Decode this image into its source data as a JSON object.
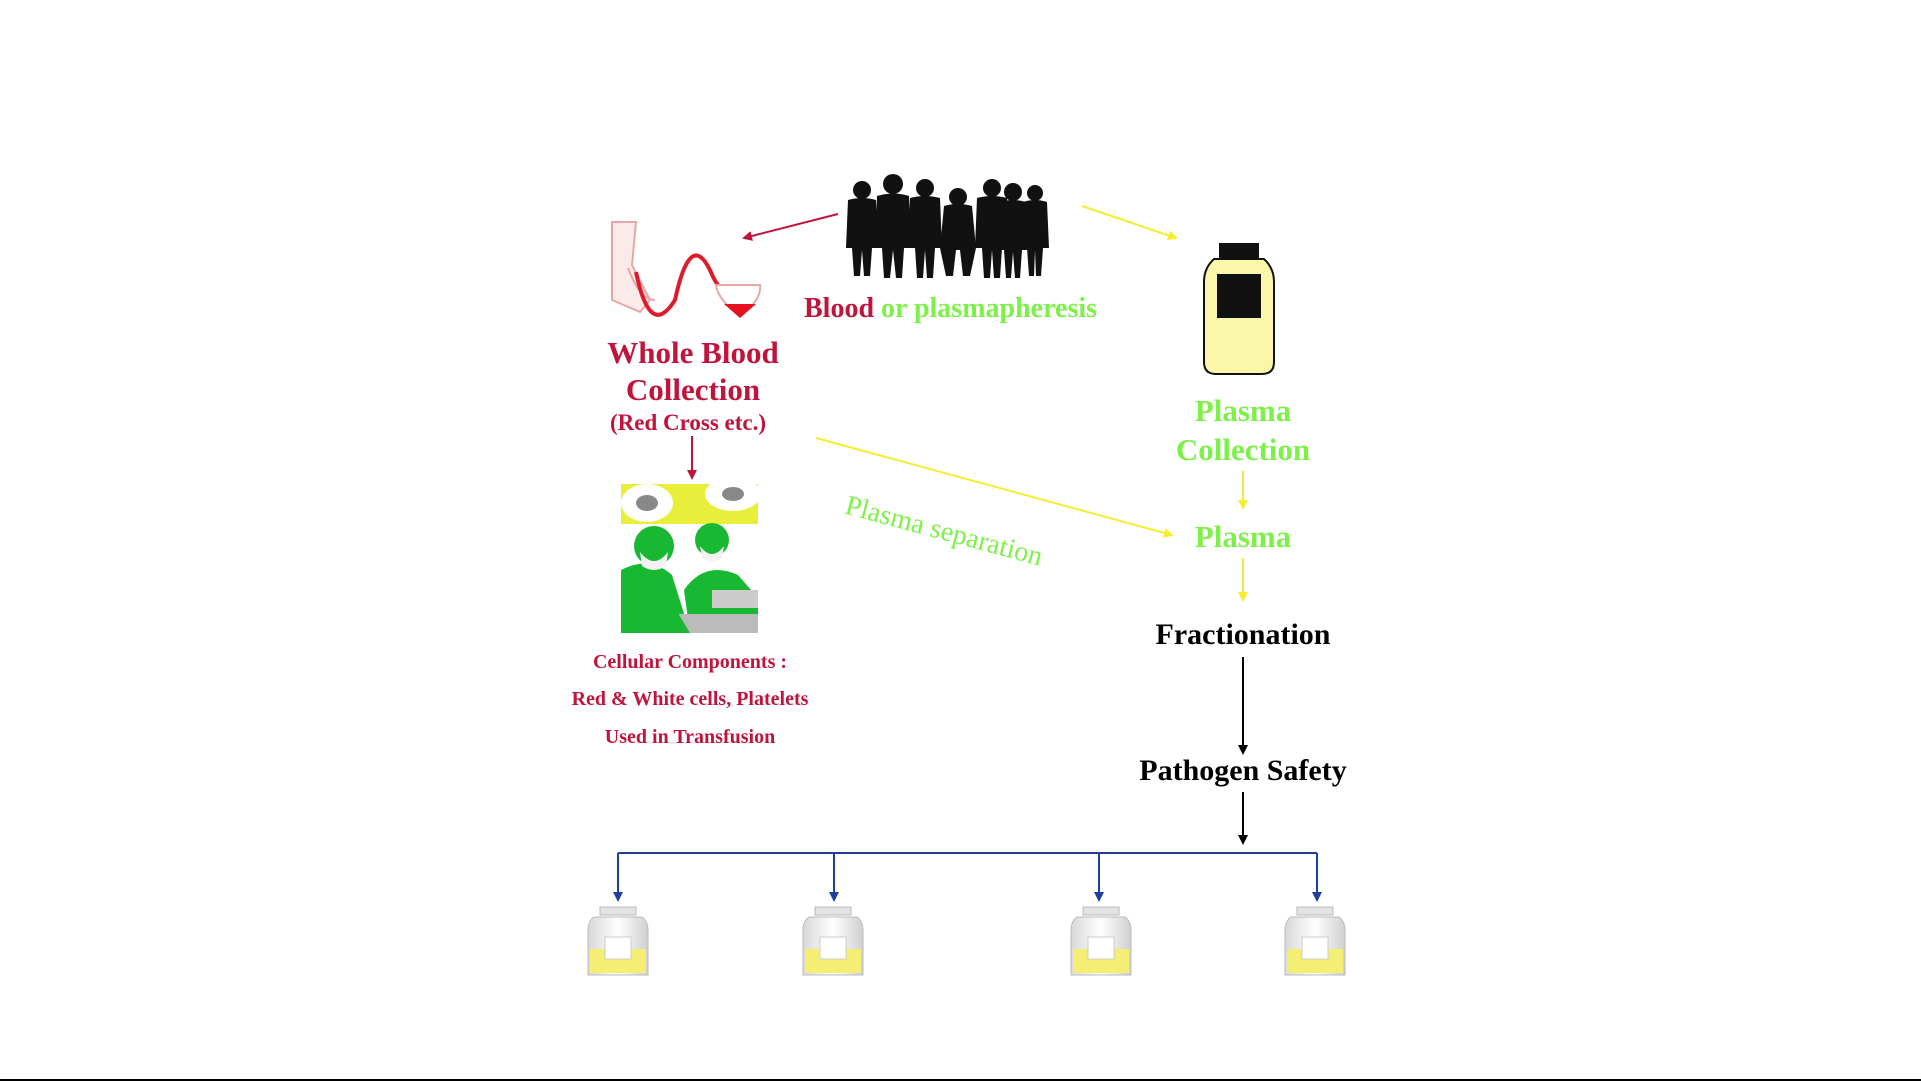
{
  "colors": {
    "red": "#c0143c",
    "green": "#7ef04a",
    "yellow": "#f5ee30",
    "blue": "#1f3f9a",
    "black": "#000000"
  },
  "donors": {
    "icon": "people-silhouette-icon",
    "label_blood": "Blood",
    "label_or": " or plasmapheresis"
  },
  "whole_blood": {
    "icon": "blood-bag-arm-icon",
    "line1": "Whole  Blood",
    "line2": "Collection",
    "sub": "(Red Cross etc.)"
  },
  "cellular": {
    "icon": "surgeons-icon",
    "line1": "Cellular Components :",
    "line2": "Red & White cells, Platelets",
    "line3": "Used in Transfusion"
  },
  "plasma_collection": {
    "icon": "plasma-bottle-icon",
    "line1": "Plasma",
    "line2": "Collection"
  },
  "separation_label": "Plasma separation",
  "plasma_label": "Plasma",
  "fractionation_label": "Fractionation",
  "pathogen_label": "Pathogen Safety",
  "product_icons": [
    "product-jar-icon",
    "product-jar-icon",
    "product-jar-icon",
    "product-jar-icon"
  ]
}
